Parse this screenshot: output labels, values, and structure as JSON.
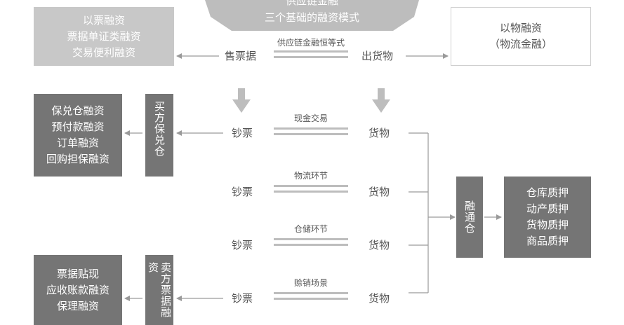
{
  "banner": {
    "line1": "供应链金融",
    "line2": "三个基础的融资模式"
  },
  "top": {
    "left_box": [
      "以票融资",
      "票据单证类融资",
      "交易便利融资"
    ],
    "right_box": [
      "以物融资",
      "（物流金融）"
    ],
    "formula": "供应链金融恒等式",
    "left_word": "售票据",
    "right_word": "出货物"
  },
  "rows": [
    {
      "caption": "现金交易",
      "left": "钞票",
      "right": "货物"
    },
    {
      "caption": "物流环节",
      "left": "钞票",
      "right": "货物"
    },
    {
      "caption": "仓储环节",
      "left": "钞票",
      "right": "货物"
    },
    {
      "caption": "赊销场景",
      "left": "钞票",
      "right": "货物"
    }
  ],
  "buyer": {
    "label": "买方保兑仓",
    "items": [
      "保兑仓融资",
      "预付款融资",
      "订单融资",
      "回购担保融资"
    ]
  },
  "seller": {
    "label": "卖方票据融资",
    "items": [
      "票据贴现",
      "应收账款融资",
      "保理融资"
    ]
  },
  "hub": {
    "label": "融通仓",
    "items": [
      "仓库质押",
      "动产质押",
      "货物质押",
      "商品质押"
    ]
  },
  "colors": {
    "light": "#c8c8c8",
    "dark": "#757575",
    "line": "#9a9a9a",
    "text": "#555555"
  }
}
